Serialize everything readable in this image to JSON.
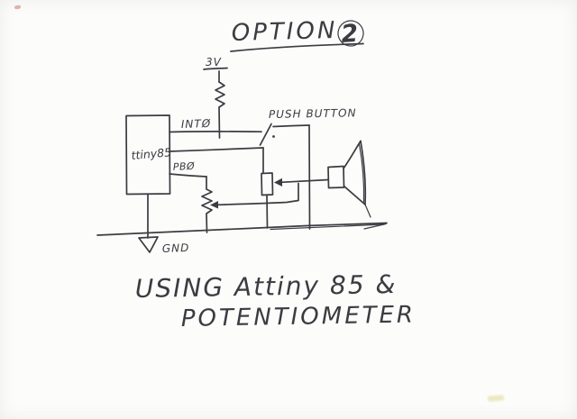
{
  "title": {
    "word": "OPTION",
    "number": "2"
  },
  "circuit": {
    "power_label": "3V",
    "chip_label": "ttiny85",
    "pin_int0_label": "INTØ",
    "pin_pb0_label": "PBØ",
    "push_button_label": "PUSH BUTTON",
    "ground_label": "GND",
    "components": [
      "3v-supply",
      "pullup-resistor",
      "attiny85-chip",
      "push-button-switch",
      "potentiometer-box",
      "trimmer-potentiometer",
      "speaker",
      "ground-rail",
      "ground-symbol"
    ]
  },
  "caption": {
    "line1": "USING Attiny 85 &",
    "line2": "POTENTIOMETER"
  },
  "colors": {
    "ink": "#3b3b41",
    "paper": "#fcfcfb",
    "redmark": "#cc7777",
    "yellowmark": "#ddd48a"
  }
}
